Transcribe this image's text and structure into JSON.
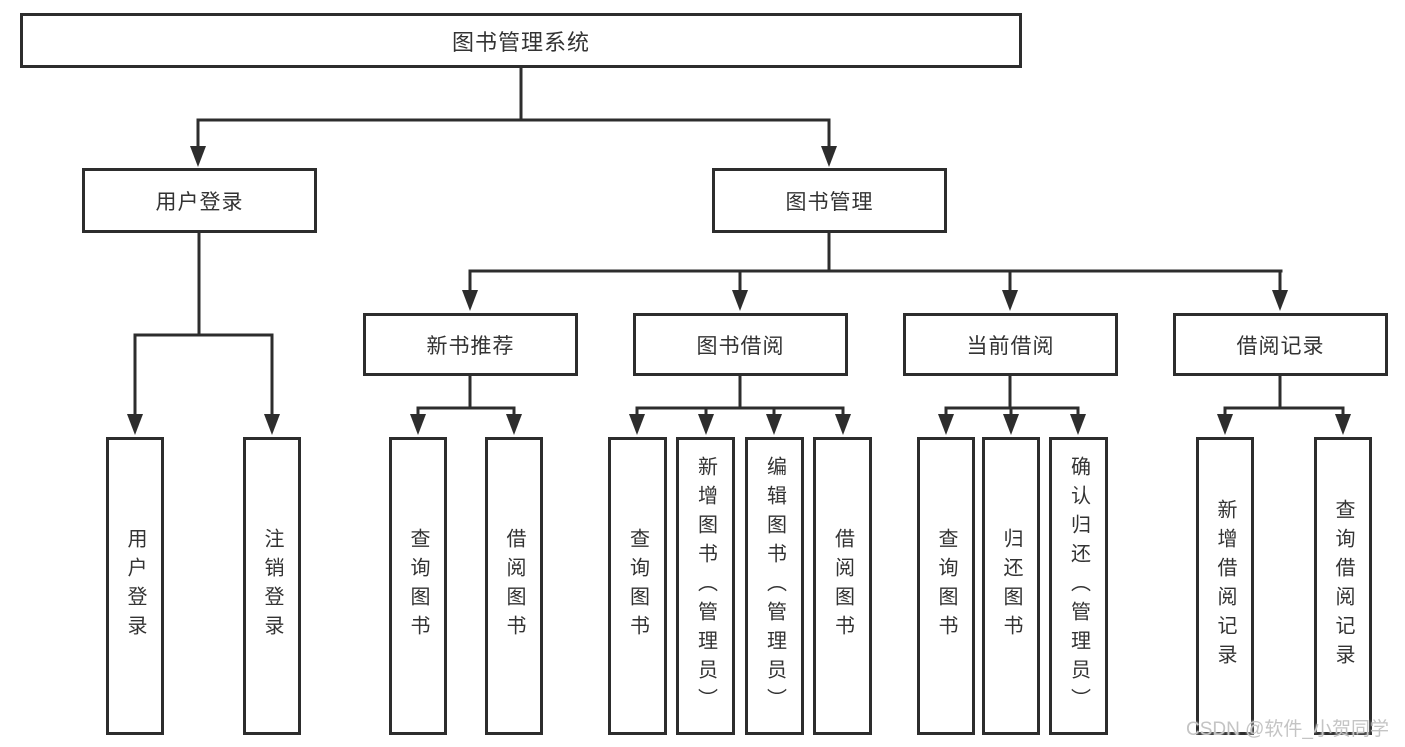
{
  "diagram": {
    "root": {
      "label": "图书管理系统"
    },
    "level2": [
      {
        "label": "用户登录"
      },
      {
        "label": "图书管理"
      }
    ],
    "level3": [
      {
        "label": "新书推荐"
      },
      {
        "label": "图书借阅"
      },
      {
        "label": "当前借阅"
      },
      {
        "label": "借阅记录"
      }
    ],
    "leaves": {
      "user": [
        {
          "label": "用户登录"
        },
        {
          "label": "注销登录"
        }
      ],
      "recommend": [
        {
          "label": "查询图书"
        },
        {
          "label": "借阅图书"
        }
      ],
      "borrow": [
        {
          "label": "查询图书"
        },
        {
          "label": "新增图书（管理员）"
        },
        {
          "label": "编辑图书（管理员）"
        },
        {
          "label": "借阅图书"
        }
      ],
      "current": [
        {
          "label": "查询图书"
        },
        {
          "label": "归还图书"
        },
        {
          "label": "确认归还（管理员）"
        }
      ],
      "records": [
        {
          "label": "新增借阅记录"
        },
        {
          "label": "查询借阅记录"
        }
      ]
    }
  },
  "watermark": {
    "text": "CSDN @软件_小贺同学",
    "color": "#c4c4c4"
  },
  "colors": {
    "line": "#2d2d2d",
    "text": "#333333",
    "background": "#ffffff"
  }
}
